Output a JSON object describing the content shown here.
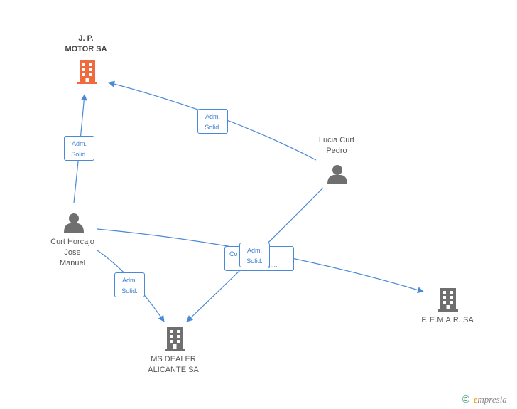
{
  "nodes": {
    "jp_motor": {
      "label_line1": "J. P.",
      "label_line2": "MOTOR SA",
      "icon": "building-icon",
      "color": "#f06a3d"
    },
    "lucia": {
      "label_line1": "Lucia Curt",
      "label_line2": "Pedro",
      "icon": "person-icon"
    },
    "curt_horcajo": {
      "label_line1": "Curt Horcajo",
      "label_line2": "Jose",
      "label_line3": "Manuel",
      "icon": "person-icon"
    },
    "ms_dealer": {
      "label_line1": "MS DEALER",
      "label_line2": "ALICANTE SA",
      "icon": "building-icon"
    },
    "femar": {
      "label_line1": "F. E.M.A.R. SA",
      "icon": "building-icon"
    }
  },
  "edges": [
    {
      "from": "lucia",
      "to": "jp_motor",
      "label_line1": "Adm.",
      "label_line2": "Solid."
    },
    {
      "from": "curt_horcajo",
      "to": "jp_motor",
      "label_line1": "Adm.",
      "label_line2": "Solid."
    },
    {
      "from": "curt_horcajo",
      "to": "ms_dealer",
      "label_line1": "Adm.",
      "label_line2": "Solid."
    },
    {
      "from": "lucia",
      "to": "ms_dealer",
      "label_line1": "Adm.",
      "label_line2": "Solid."
    },
    {
      "from": "curt_horcajo",
      "to": "femar",
      "label_line1": "Co",
      "label_line2": "sej...."
    }
  ],
  "colors": {
    "edge": "#4a89d6",
    "icon_gray": "#6f6f6f",
    "icon_main": "#f06a3d"
  },
  "brand": {
    "copyright": "©",
    "name_initial": "e",
    "name_rest": "mpresia"
  }
}
